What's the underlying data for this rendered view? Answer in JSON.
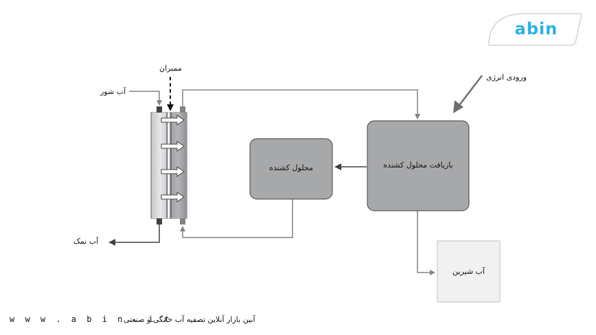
{
  "logo": {
    "text": "abin",
    "color": "#2ab2e6"
  },
  "labels": {
    "membrane": "ممبران",
    "salt_water": "آب شور",
    "brine": "آب نمک",
    "energy_input": "ورودی انرژی"
  },
  "boxes": {
    "draw_solution": "محلول کشنده",
    "draw_recovery": "بازیافت محلول کشنده",
    "fresh_water": "آب شیرین"
  },
  "footer": {
    "website": "w w w . a b i n . i r",
    "tagline": "آبین بازار آنلاین تصفیه آب خانگی و صنعتی"
  },
  "colors": {
    "box_fill": "#a7a8aa",
    "fresh_box_fill": "#f1f1f2",
    "line": "#808285",
    "text": "#111111"
  }
}
